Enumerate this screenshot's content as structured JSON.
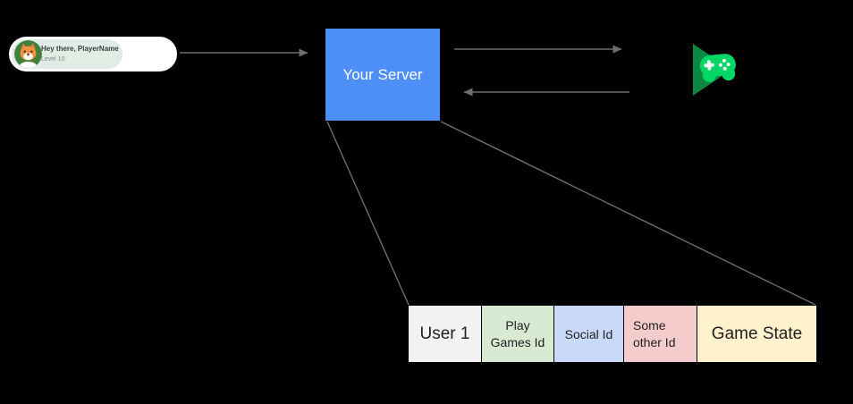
{
  "diagram": {
    "background": "#000000",
    "connector_color": "#6e6e6e"
  },
  "player_card": {
    "greeting": "Hey there, PlayerName",
    "level": "Level 10",
    "avatar": "fox-avatar"
  },
  "server": {
    "label": "Your Server",
    "color": "#4d8ef7"
  },
  "play_games": {
    "name": "google-play-games",
    "triangle_color": "#0e8743",
    "gamepad_color": "#00d664",
    "detail_color": "#ffffff"
  },
  "table": {
    "cells": [
      {
        "label": "User 1",
        "color": "#f2f2f2"
      },
      {
        "label": "Play Games Id",
        "color": "#d9ead3"
      },
      {
        "label": "Social Id",
        "color": "#c9daf8"
      },
      {
        "label": "Some other Id",
        "color": "#f4cccc"
      },
      {
        "label": "Game State",
        "color": "#fff2cc"
      }
    ]
  }
}
